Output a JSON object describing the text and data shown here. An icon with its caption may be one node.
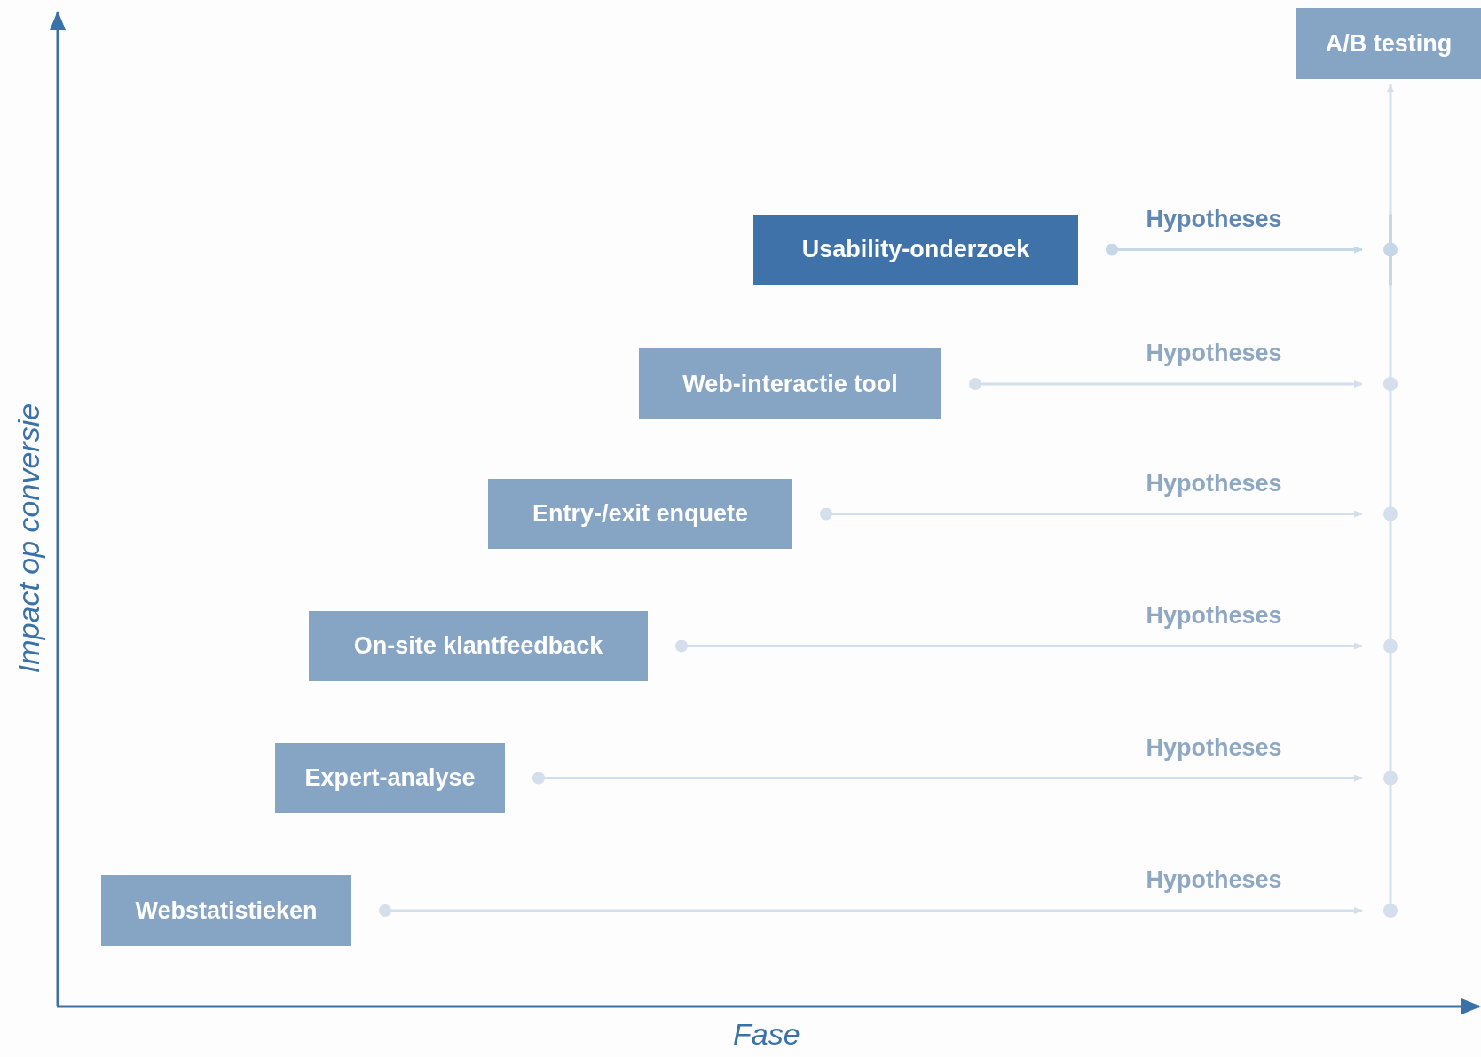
{
  "diagram": {
    "nodes": [
      {
        "text": [
          "A/B testing"
        ]
      },
      {
        "text": [
          "Usability-onderzoek"
        ]
      },
      {
        "text": [
          "Web-interactie tool"
        ]
      },
      {
        "text": [
          "Entry-/exit enquete"
        ]
      },
      {
        "text": [
          "On-site klantfeedback"
        ]
      },
      {
        "text": [
          "Expert-analyse"
        ]
      },
      {
        "text": [
          "Webstatistieken"
        ]
      }
    ],
    "edges": [
      {
        "from": 1,
        "to": null,
        "arrow": "to",
        "label": "Hypotheses",
        "color": "#c6d7e8"
      },
      {
        "from": 2,
        "to": null,
        "arrow": "to",
        "label": "Hypotheses"
      },
      {
        "from": 3,
        "to": null,
        "arrow": "to",
        "label": "Hypotheses"
      },
      {
        "from": 4,
        "to": null,
        "arrow": "to",
        "label": "Hypotheses"
      },
      {
        "from": 5,
        "to": null,
        "arrow": "to",
        "label": "Hypotheses"
      },
      {
        "from": 6,
        "to": null,
        "arrow": "to",
        "label": "Hypotheses"
      },
      {
        "from": null,
        "to": 0,
        "arrow": "to"
      }
    ],
    "labels": [
      "Impact op conversie",
      "Fase"
    ]
  }
}
